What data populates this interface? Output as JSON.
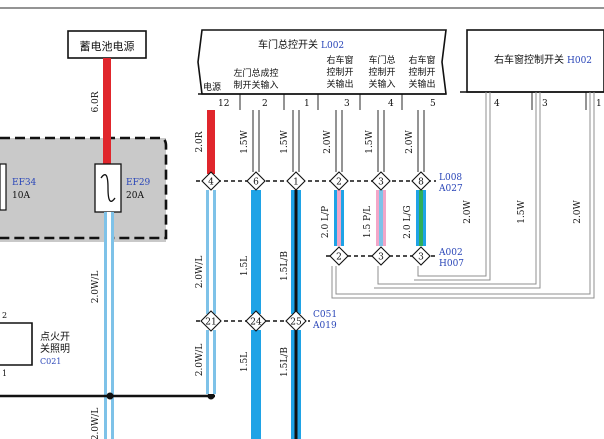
{
  "battery": {
    "label": "蓄电池电源",
    "wire_label": "6.0R"
  },
  "fuses": [
    {
      "id": "EF34",
      "rating": "10A"
    },
    {
      "id": "EF29",
      "rating": "20A"
    }
  ],
  "door_master_switch": {
    "title": "车门总控开关",
    "code": "L002",
    "pins": [
      {
        "label": "电源",
        "pin": "12"
      },
      {
        "label": "左门总成控制开关输入",
        "pin": "2"
      },
      {
        "label": "",
        "pin": "1"
      },
      {
        "label": "右车窗控制开关输出",
        "pin": "3"
      },
      {
        "label": "车门总控制开关输入",
        "pin": "4"
      },
      {
        "label": "右车窗控制开关输出",
        "pin": "5"
      }
    ]
  },
  "right_window_switch": {
    "title": "右车窗控制开关",
    "code": "H002",
    "pins": [
      "4",
      "3",
      "1"
    ],
    "wires": [
      "2.0W",
      "1.5W",
      "2.0W"
    ]
  },
  "wires": {
    "top": [
      "2.0R",
      "1.5W",
      "1.5W",
      "2.0W",
      "1.5W",
      "2.0W"
    ],
    "mid": [
      "2.0W/L",
      "1.5L",
      "1.5L/B",
      "2.0 L/P",
      "1.5 P/L",
      "2.0 L/G"
    ],
    "low": [
      "2.0W/L",
      "1.5L",
      "1.5L/B"
    ],
    "left_vertical": "2.0W/L",
    "left_bottom": "2.0W/L"
  },
  "connectors": [
    {
      "pins": [
        "4",
        "6",
        "1",
        "2",
        "3",
        "8"
      ],
      "codes": [
        "L008",
        "A027"
      ]
    },
    {
      "pins": [
        "2",
        "3",
        "3"
      ],
      "codes": [
        "A002",
        "H007"
      ]
    },
    {
      "pins": [
        "21",
        "24",
        "25"
      ],
      "codes": [
        "C051",
        "A019"
      ]
    }
  ],
  "ignition_lamp": {
    "label": "点火开关照明",
    "code": "C021",
    "pin_top": "2",
    "pin_bottom": "1"
  }
}
